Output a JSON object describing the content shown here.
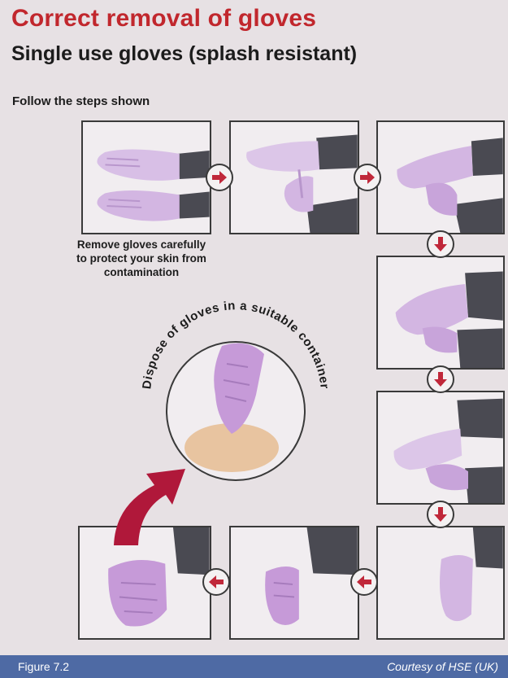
{
  "title": "Correct removal of gloves",
  "subtitle": "Single use gloves (splash resistant)",
  "instruction": "Follow the steps shown",
  "caption": "Remove gloves carefully to protect your skin from contamination",
  "dispose_text": "Dispose of gloves in a suitable container",
  "footer": {
    "figure_label": "Figure 7.2",
    "credit": "Courtesy of HSE (UK)"
  },
  "colors": {
    "title": "#c1272d",
    "arrow": "#c0283a",
    "glove": "#c69ad8",
    "footer_bg": "#4e6aa4",
    "container": "#e8c4a0"
  },
  "steps": [
    {
      "icon": "gloved-hands-icon"
    },
    {
      "icon": "pinch-glove-wrist-icon"
    },
    {
      "icon": "peel-glove-icon"
    },
    {
      "icon": "hold-removed-glove-icon"
    },
    {
      "icon": "finger-under-cuff-icon"
    },
    {
      "icon": "peel-second-glove-icon"
    },
    {
      "icon": "gloves-inside-out-icon"
    },
    {
      "icon": "drop-gloves-icon"
    }
  ]
}
